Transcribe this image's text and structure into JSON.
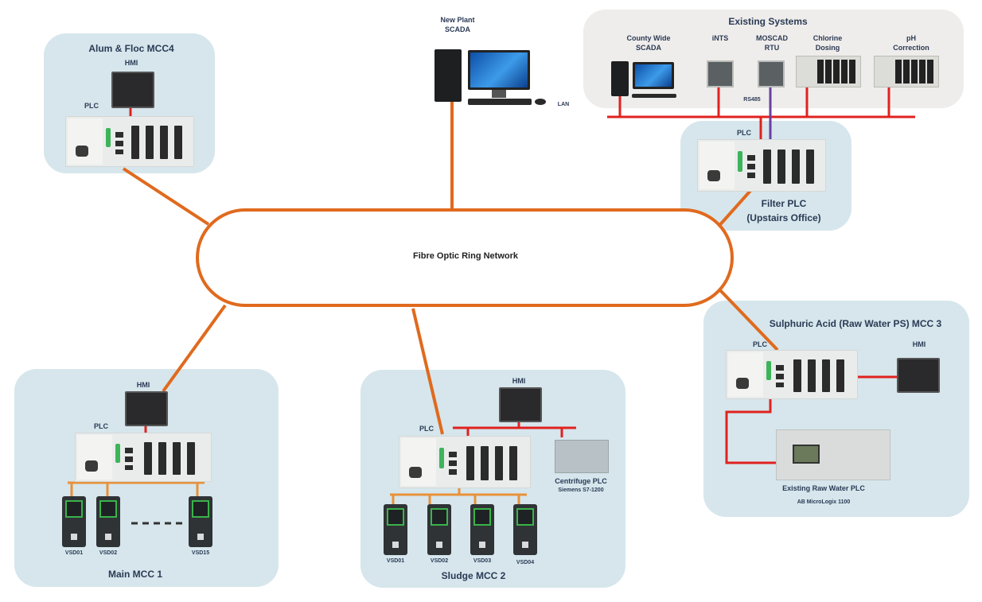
{
  "diagram": {
    "ring": {
      "label": "Fibre Optic Ring Network",
      "color": "#e06a1e"
    },
    "wire_colors": {
      "fibre": "#e06a1e",
      "ethernet": "#e0221f",
      "rs485": "#6a3fa0",
      "drive_bus": "#e8913b"
    },
    "nodes": {
      "alum_floc": {
        "title": "Alum & Floc MCC4",
        "hmi": "HMI",
        "plc": "PLC"
      },
      "new_scada": {
        "title_line1": "New Plant",
        "title_line2": "SCADA",
        "lan": "LAN"
      },
      "existing": {
        "title": "Existing Systems",
        "items": [
          {
            "line1": "County Wide",
            "line2": "SCADA"
          },
          {
            "line1": "iNTS",
            "line2": ""
          },
          {
            "line1": "MOSCAD",
            "line2": "RTU"
          },
          {
            "line1": "Chlorine",
            "line2": "Dosing"
          },
          {
            "line1": "pH",
            "line2": "Correction"
          }
        ],
        "rs485": "RS485"
      },
      "filter_plc": {
        "plc": "PLC",
        "title_line1": "Filter PLC",
        "title_line2": "(Upstairs Office)"
      },
      "sulphuric": {
        "title": "Sulphuric Acid (Raw Water PS) MCC 3",
        "plc": "PLC",
        "hmi": "HMI",
        "legacy_line1": "Existing Raw Water PLC",
        "legacy_line2": "AB MicroLogix 1100"
      },
      "main_mcc1": {
        "title": "Main MCC 1",
        "hmi": "HMI",
        "plc": "PLC",
        "vsds": [
          "VSD01",
          "VSD02",
          "VSD15"
        ]
      },
      "sludge_mcc2": {
        "title": "Sludge MCC 2",
        "hmi": "HMI",
        "plc": "PLC",
        "centrifuge_line1": "Centrifuge PLC",
        "centrifuge_line2": "Siemens S7-1200",
        "vsds": [
          "VSD01",
          "VSD02",
          "VSD03",
          "VSD04"
        ]
      }
    }
  }
}
